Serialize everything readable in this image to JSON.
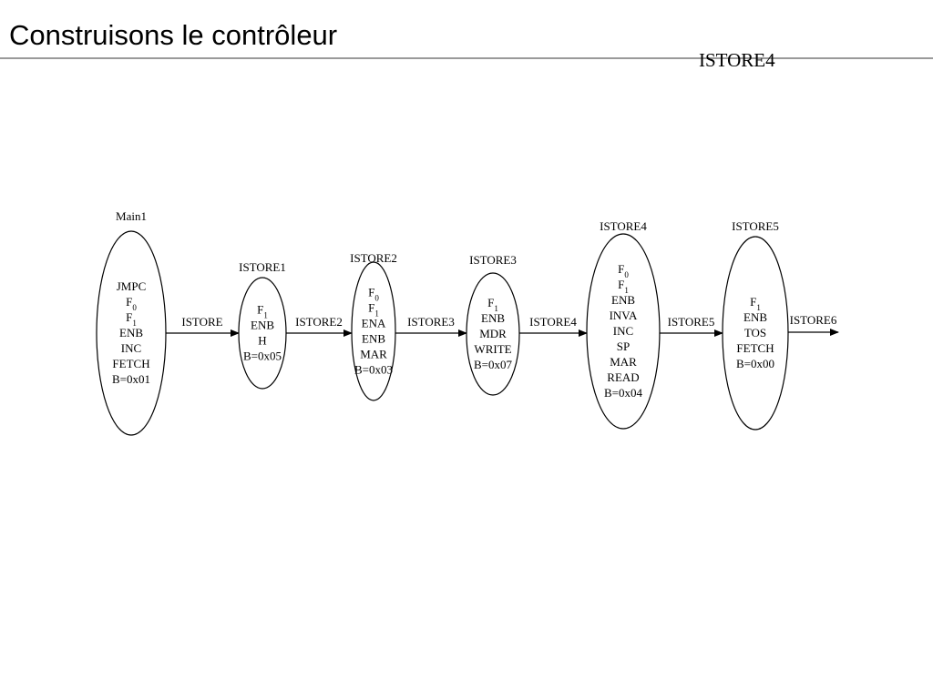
{
  "title": "Construisons le contrôleur",
  "corner_label": "ISTORE4",
  "states": [
    {
      "id": "main1",
      "name": "Main1",
      "lines": [
        {
          "t": "JMPC"
        },
        {
          "t": "F",
          "sub": "0"
        },
        {
          "t": "F",
          "sub": "1"
        },
        {
          "t": "ENB"
        },
        {
          "t": "INC"
        },
        {
          "t": "FETCH"
        },
        {
          "t": "B=0x01"
        }
      ]
    },
    {
      "id": "istore1",
      "name": "ISTORE1",
      "lines": [
        {
          "t": "F",
          "sub": "1"
        },
        {
          "t": "ENB"
        },
        {
          "t": "H"
        },
        {
          "t": "B=0x05"
        }
      ]
    },
    {
      "id": "istore2",
      "name": "ISTORE2",
      "lines": [
        {
          "t": "F",
          "sub": "0"
        },
        {
          "t": "F",
          "sub": "1"
        },
        {
          "t": "ENA"
        },
        {
          "t": "ENB"
        },
        {
          "t": "MAR"
        },
        {
          "t": "B=0x03"
        }
      ]
    },
    {
      "id": "istore3",
      "name": "ISTORE3",
      "lines": [
        {
          "t": "F",
          "sub": "1"
        },
        {
          "t": "ENB"
        },
        {
          "t": "MDR"
        },
        {
          "t": "WRITE"
        },
        {
          "t": "B=0x07"
        }
      ]
    },
    {
      "id": "istore4",
      "name": "ISTORE4",
      "lines": [
        {
          "t": "F",
          "sub": "0"
        },
        {
          "t": "F",
          "sub": "1"
        },
        {
          "t": "ENB"
        },
        {
          "t": "INVA"
        },
        {
          "t": "INC"
        },
        {
          "t": "SP"
        },
        {
          "t": "MAR"
        },
        {
          "t": "READ"
        },
        {
          "t": "B=0x04"
        }
      ]
    },
    {
      "id": "istore5",
      "name": "ISTORE5",
      "lines": [
        {
          "t": "F",
          "sub": "1"
        },
        {
          "t": "ENB"
        },
        {
          "t": "TOS"
        },
        {
          "t": "FETCH"
        },
        {
          "t": "B=0x00"
        }
      ]
    }
  ],
  "edges": [
    {
      "from": "main1",
      "to": "istore1",
      "label": "ISTORE"
    },
    {
      "from": "istore1",
      "to": "istore2",
      "label": "ISTORE2"
    },
    {
      "from": "istore2",
      "to": "istore3",
      "label": "ISTORE3"
    },
    {
      "from": "istore3",
      "to": "istore4",
      "label": "ISTORE4"
    },
    {
      "from": "istore4",
      "to": "istore5",
      "label": "ISTORE5"
    },
    {
      "from": "istore5",
      "to": null,
      "label": "ISTORE6"
    }
  ]
}
